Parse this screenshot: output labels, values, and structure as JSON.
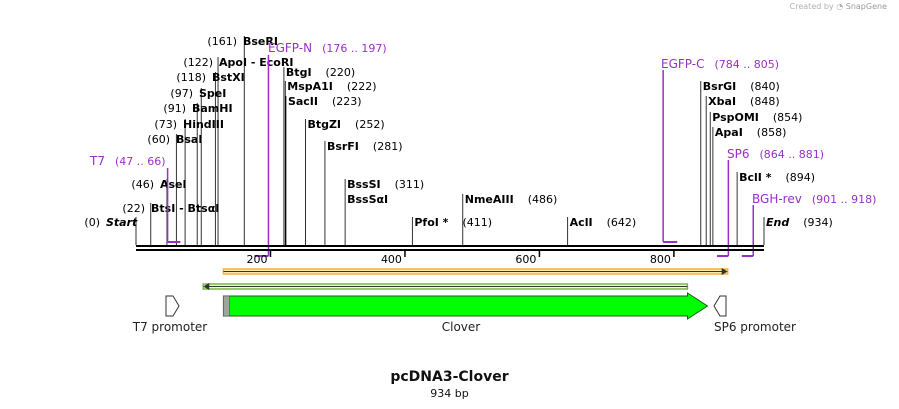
{
  "credit": {
    "prefix": "Created by",
    "app": "SnapGene"
  },
  "title": "pcDNA3-Clover",
  "length_label": "934 bp",
  "colors": {
    "enzyme": "#000000",
    "primer": "#9a2fc7",
    "clover": "#00ff00",
    "clover_stroke": "#1a5c1a",
    "orange": "#f5b041",
    "backbone": "#000000"
  },
  "sites": [
    {
      "bp": 0,
      "pre": "(0)",
      "name": "Start",
      "post": "",
      "italic": true
    },
    {
      "bp": 22,
      "pre": "(22)",
      "name": "BtsI  - BtsαI",
      "post": ""
    },
    {
      "bp": 46,
      "pre": "(46)",
      "name": "AseI",
      "post": ""
    },
    {
      "bp": 60,
      "pre": "(60)",
      "name": "BsaI",
      "post": ""
    },
    {
      "bp": 73,
      "pre": "(73)",
      "name": "HindIII",
      "post": ""
    },
    {
      "bp": 91,
      "pre": "(91)",
      "name": "BamHI",
      "post": ""
    },
    {
      "bp": 97,
      "pre": "(97)",
      "name": "SpeI",
      "post": ""
    },
    {
      "bp": 118,
      "pre": "(118)",
      "name": "BstXI",
      "post": ""
    },
    {
      "bp": 122,
      "pre": "(122)",
      "name": "ApoI  - EcoRI",
      "post": ""
    },
    {
      "bp": 161,
      "pre": "(161)",
      "name": "BseRI",
      "post": ""
    },
    {
      "bp": 220,
      "pre": "",
      "name": "BtgI",
      "post": "(220)"
    },
    {
      "bp": 222,
      "pre": "",
      "name": "MspA1I",
      "post": "(222)"
    },
    {
      "bp": 223,
      "pre": "",
      "name": "SacII",
      "post": "(223)"
    },
    {
      "bp": 252,
      "pre": "",
      "name": "BtgZI",
      "post": "(252)"
    },
    {
      "bp": 281,
      "pre": "",
      "name": "BsrFI",
      "post": "(281)"
    },
    {
      "bp": 311,
      "pre": "",
      "name": "BssSI",
      "post": "(311)"
    },
    {
      "bp": 311,
      "pre": "",
      "name": "BssSαI",
      "post": ""
    },
    {
      "bp": 411,
      "pre": "",
      "name": "PfoI *",
      "post": "(411)"
    },
    {
      "bp": 486,
      "pre": "",
      "name": "NmeAIII",
      "post": "(486)"
    },
    {
      "bp": 642,
      "pre": "",
      "name": "AclI",
      "post": "(642)"
    },
    {
      "bp": 840,
      "pre": "",
      "name": "BsrGI",
      "post": "(840)"
    },
    {
      "bp": 848,
      "pre": "",
      "name": "XbaI",
      "post": "(848)"
    },
    {
      "bp": 854,
      "pre": "",
      "name": "PspOMI",
      "post": "(854)"
    },
    {
      "bp": 858,
      "pre": "",
      "name": "ApaI",
      "post": "(858)"
    },
    {
      "bp": 894,
      "pre": "",
      "name": "BclI *",
      "post": "(894)"
    },
    {
      "bp": 934,
      "pre": "",
      "name": "End",
      "post": "(934)",
      "italic": true
    }
  ],
  "primers": [
    {
      "name": "T7",
      "range": "(47 .. 66)",
      "start": 47,
      "end": 66,
      "strand": "+"
    },
    {
      "name": "EGFP-N",
      "range": "(176 .. 197)",
      "start": 176,
      "end": 197,
      "strand": "-"
    },
    {
      "name": "EGFP-C",
      "range": "(784 .. 805)",
      "start": 784,
      "end": 805,
      "strand": "+"
    },
    {
      "name": "SP6",
      "range": "(864 .. 881)",
      "start": 864,
      "end": 881,
      "strand": "-"
    },
    {
      "name": "BGH-rev",
      "range": "(901 .. 918)",
      "start": 901,
      "end": 918,
      "strand": "-"
    }
  ],
  "ruler": {
    "ticks": [
      200,
      400,
      600,
      800
    ],
    "labels": [
      "200",
      "400",
      "600",
      "800"
    ]
  },
  "features": {
    "t7_promoter": {
      "label": "T7 promoter",
      "start": 47,
      "end": 66,
      "direction": "forward"
    },
    "clover": {
      "label": "Clover",
      "start": 130,
      "end": 850,
      "direction": "forward"
    },
    "sp6_promoter": {
      "label": "SP6 promoter",
      "start": 864,
      "end": 881,
      "direction": "reverse"
    },
    "orange_orf": {
      "start": 130,
      "end": 880
    },
    "green_orf": {
      "start": 100,
      "end": 820
    }
  }
}
